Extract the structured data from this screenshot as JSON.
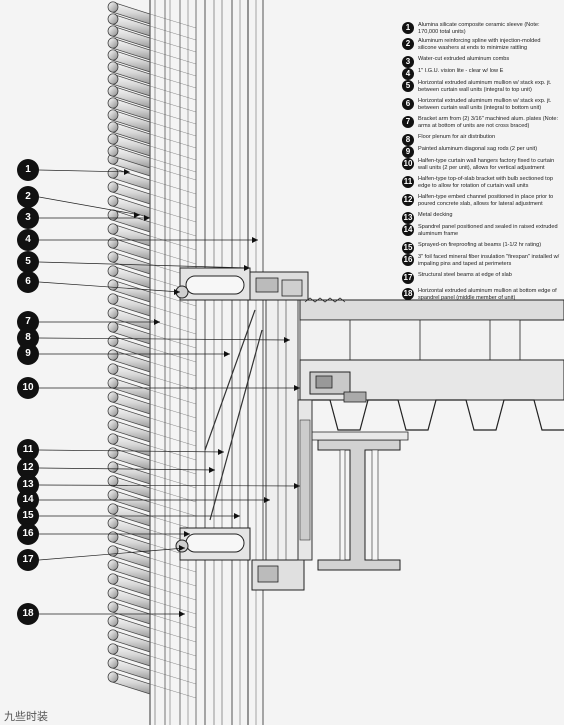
{
  "legend": [
    {
      "num": "1",
      "text": "Alumina silicate composite ceramic sleeve (Note: 170,000 total units)"
    },
    {
      "num": "2",
      "text": "Aluminum reinforcing spline with injection-molded silicone washers at ends to minimize rattling"
    },
    {
      "num": "3",
      "text": "Water-cut extruded aluminum combs"
    },
    {
      "num": "4",
      "text": "1\" I.G.U. vision lite - clear w/ low E"
    },
    {
      "num": "5",
      "text": "Horizontal extruded aluminum mullion w/ stack exp. jt. between curtain wall units (integral to top unit)"
    },
    {
      "num": "6",
      "text": "Horizontal extruded aluminum mullion w/ stack exp. jt. between curtain wall units (integral to bottom unit)"
    },
    {
      "num": "7",
      "text": "Bracket arm from (2) 3/16\" machined alum. plates (Note: arms at bottom of units are not cross braced)"
    },
    {
      "num": "8",
      "text": "Floor plenum for air distribution"
    },
    {
      "num": "9",
      "text": "Painted aluminum diagonal sag rods (2 per unit)"
    },
    {
      "num": "10",
      "text": "Halfen-type curtain wall hangers factory fixed to curtain wall units (2 per unit), allows for vertical adjustment"
    },
    {
      "num": "11",
      "text": "Halfen-type top-of-slab bracket with bulb sectioned top edge to allow for rotation of curtain wall units"
    },
    {
      "num": "12",
      "text": "Halfen-type embed channel positioned in place prior to poured concrete slab, allows for lateral adjustment"
    },
    {
      "num": "13",
      "text": "Metal decking"
    },
    {
      "num": "14",
      "text": "Spandrel panel positioned and sealed in raised extruded aluminum frame"
    },
    {
      "num": "15",
      "text": "Sprayed-on fireproofing at beams (1-1/2 hr rating)"
    },
    {
      "num": "16",
      "text": "3\" foil faced mineral fiber insulation \"firespan\" installed w/ impaling pins and taped at perimeters"
    },
    {
      "num": "17",
      "text": "Structural steel beams at edge of slab"
    },
    {
      "num": "18",
      "text": "Horizontal extruded aluminum mullion at bottom edge of spandrel panel (middle member of unit)"
    }
  ],
  "callouts": [
    "1",
    "2",
    "3",
    "4",
    "5",
    "6",
    "7",
    "8",
    "9",
    "10",
    "11",
    "12",
    "13",
    "14",
    "15",
    "16",
    "17",
    "18"
  ],
  "watermark": "九些时装"
}
